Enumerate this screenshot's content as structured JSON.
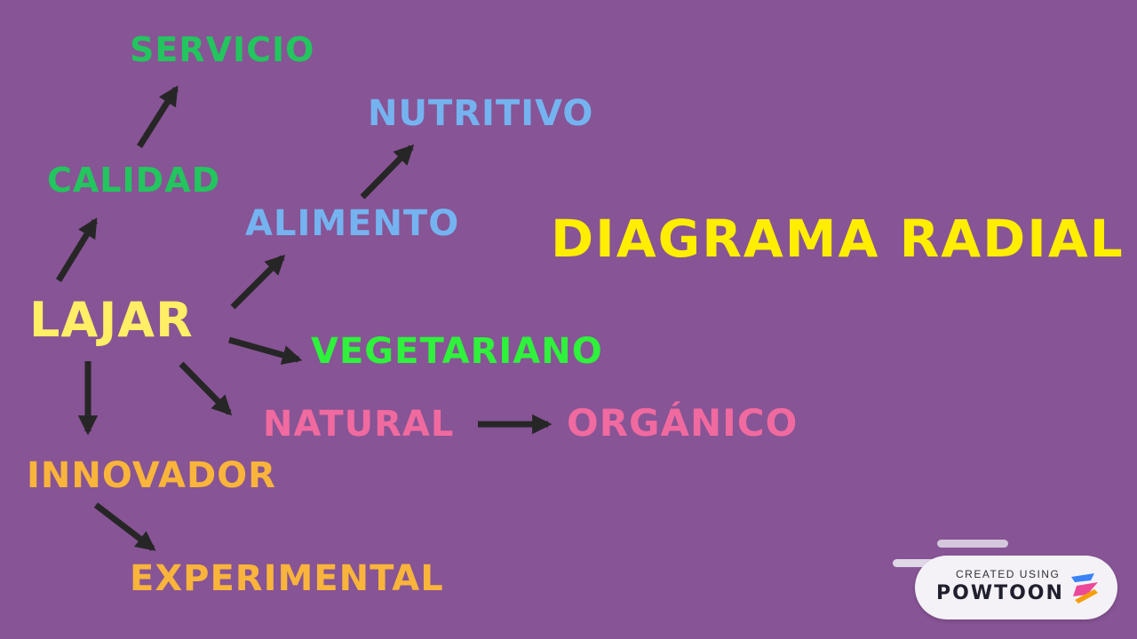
{
  "title": "DIAGRAMA RADIAL",
  "nodes": {
    "servicio": "SERVICIO",
    "nutritivo": "NUTRITIVO",
    "calidad": "CALIDAD",
    "alimento": "ALIMENTO",
    "lajar": "LAJAR",
    "vegetariano": "VEGETARIANO",
    "natural": "NATURAL",
    "organico": "ORGÁNICO",
    "innovador": "INNOVADOR",
    "experimental": "EXPERIMENTAL"
  },
  "colors": {
    "background": "#875495",
    "title": "#ffee00",
    "lajar": "#ffee66",
    "green": "#23c55e",
    "bright_green": "#2ef23b",
    "blue": "#74b3f0",
    "pink": "#f06aa0",
    "orange": "#f9b43b",
    "arrow": "#262626"
  },
  "watermark": {
    "small": "CREATED USING",
    "brand": "POWTOON"
  },
  "edges": [
    [
      "lajar",
      "calidad"
    ],
    [
      "calidad",
      "servicio"
    ],
    [
      "lajar",
      "alimento"
    ],
    [
      "alimento",
      "nutritivo"
    ],
    [
      "lajar",
      "vegetariano"
    ],
    [
      "lajar",
      "natural"
    ],
    [
      "natural",
      "organico"
    ],
    [
      "lajar",
      "innovador"
    ],
    [
      "innovador",
      "experimental"
    ]
  ]
}
